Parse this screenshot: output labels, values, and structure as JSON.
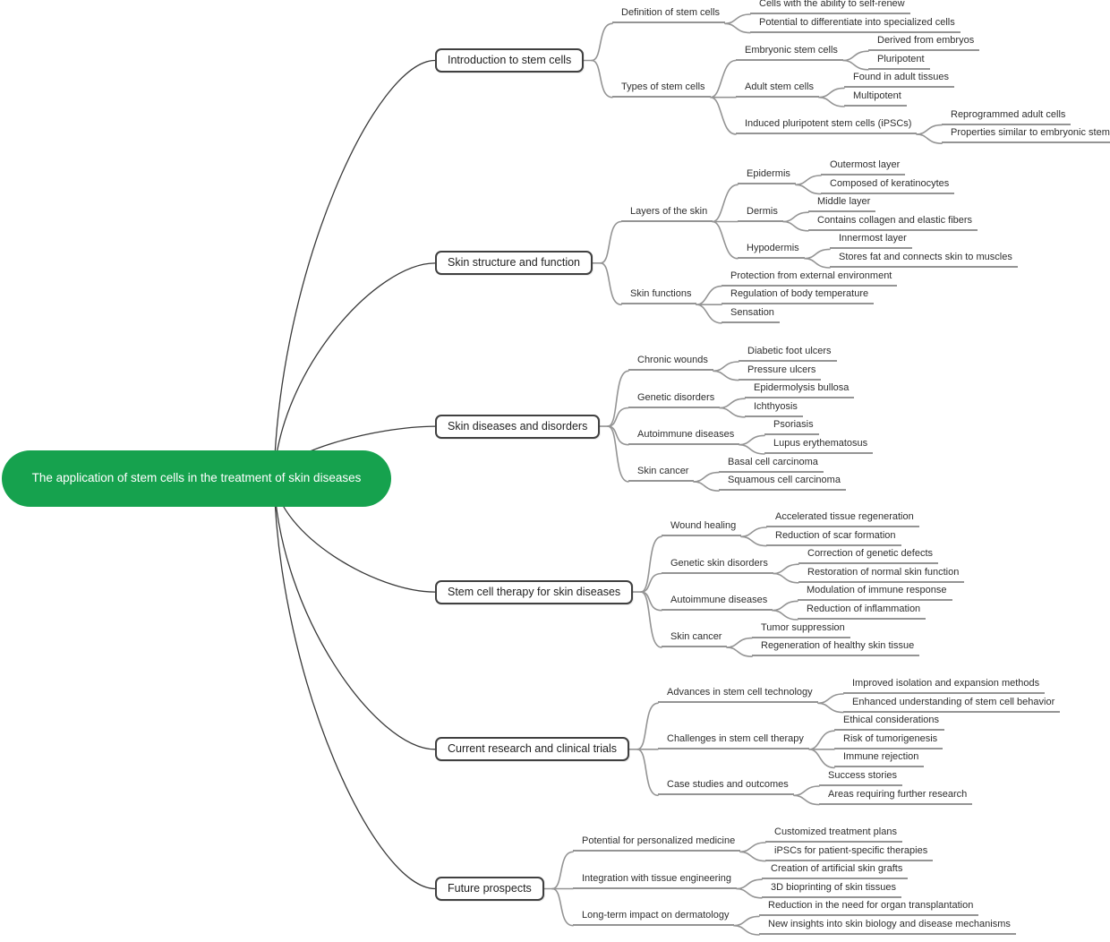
{
  "root": {
    "label": "The application of stem cells in the treatment of skin diseases"
  },
  "colors": {
    "root_fill": "#16a24e",
    "root_text": "#ffffff",
    "box_border": "#404040",
    "gray_line": "#949494",
    "dark_line": "#3a3a3a"
  },
  "branches": [
    {
      "label": "Introduction to stem cells",
      "children": [
        {
          "label": "Definition of stem cells",
          "children": [
            {
              "label": "Cells with the ability to self-renew"
            },
            {
              "label": "Potential to differentiate into specialized cells"
            }
          ]
        },
        {
          "label": "Types of stem cells",
          "children": [
            {
              "label": "Embryonic stem cells",
              "children": [
                {
                  "label": "Derived from embryos"
                },
                {
                  "label": "Pluripotent"
                }
              ]
            },
            {
              "label": "Adult stem cells",
              "children": [
                {
                  "label": "Found in adult tissues"
                },
                {
                  "label": "Multipotent"
                }
              ]
            },
            {
              "label": "Induced pluripotent stem cells (iPSCs)",
              "children": [
                {
                  "label": "Reprogrammed adult cells"
                },
                {
                  "label": "Properties similar to embryonic stem cells"
                }
              ]
            }
          ]
        }
      ]
    },
    {
      "label": "Skin structure and function",
      "children": [
        {
          "label": "Layers of the skin",
          "children": [
            {
              "label": "Epidermis",
              "children": [
                {
                  "label": "Outermost layer"
                },
                {
                  "label": "Composed of keratinocytes"
                }
              ]
            },
            {
              "label": "Dermis",
              "children": [
                {
                  "label": "Middle layer"
                },
                {
                  "label": "Contains collagen and elastic fibers"
                }
              ]
            },
            {
              "label": "Hypodermis",
              "children": [
                {
                  "label": "Innermost layer"
                },
                {
                  "label": "Stores fat and connects skin to muscles"
                }
              ]
            }
          ]
        },
        {
          "label": "Skin functions",
          "children": [
            {
              "label": "Protection from external environment"
            },
            {
              "label": "Regulation of body temperature"
            },
            {
              "label": "Sensation"
            }
          ]
        }
      ]
    },
    {
      "label": "Skin diseases and disorders",
      "children": [
        {
          "label": "Chronic wounds",
          "children": [
            {
              "label": "Diabetic foot ulcers"
            },
            {
              "label": "Pressure ulcers"
            }
          ]
        },
        {
          "label": "Genetic disorders",
          "children": [
            {
              "label": "Epidermolysis bullosa"
            },
            {
              "label": "Ichthyosis"
            }
          ]
        },
        {
          "label": "Autoimmune diseases",
          "children": [
            {
              "label": "Psoriasis"
            },
            {
              "label": "Lupus erythematosus"
            }
          ]
        },
        {
          "label": "Skin cancer",
          "children": [
            {
              "label": "Basal cell carcinoma"
            },
            {
              "label": "Squamous cell carcinoma"
            }
          ]
        }
      ]
    },
    {
      "label": "Stem cell therapy for skin diseases",
      "children": [
        {
          "label": "Wound healing",
          "children": [
            {
              "label": "Accelerated tissue regeneration"
            },
            {
              "label": "Reduction of scar formation"
            }
          ]
        },
        {
          "label": "Genetic skin disorders",
          "children": [
            {
              "label": "Correction of genetic defects"
            },
            {
              "label": "Restoration of normal skin function"
            }
          ]
        },
        {
          "label": "Autoimmune diseases",
          "children": [
            {
              "label": "Modulation of immune response"
            },
            {
              "label": "Reduction of inflammation"
            }
          ]
        },
        {
          "label": "Skin cancer",
          "children": [
            {
              "label": "Tumor suppression"
            },
            {
              "label": "Regeneration of healthy skin tissue"
            }
          ]
        }
      ]
    },
    {
      "label": "Current research and clinical trials",
      "children": [
        {
          "label": "Advances in stem cell technology",
          "children": [
            {
              "label": "Improved isolation and expansion methods"
            },
            {
              "label": "Enhanced understanding of stem cell behavior"
            }
          ]
        },
        {
          "label": "Challenges in stem cell therapy",
          "children": [
            {
              "label": "Ethical considerations"
            },
            {
              "label": "Risk of tumorigenesis"
            },
            {
              "label": "Immune rejection"
            }
          ]
        },
        {
          "label": "Case studies and outcomes",
          "children": [
            {
              "label": "Success stories"
            },
            {
              "label": "Areas requiring further research"
            }
          ]
        }
      ]
    },
    {
      "label": "Future prospects",
      "children": [
        {
          "label": "Potential for personalized medicine",
          "children": [
            {
              "label": "Customized treatment plans"
            },
            {
              "label": "iPSCs for patient-specific therapies"
            }
          ]
        },
        {
          "label": "Integration with tissue engineering",
          "children": [
            {
              "label": "Creation of artificial skin grafts"
            },
            {
              "label": "3D bioprinting of skin tissues"
            }
          ]
        },
        {
          "label": "Long-term impact on dermatology",
          "children": [
            {
              "label": "Reduction in the need for organ transplantation"
            },
            {
              "label": "New insights into skin biology and disease mechanisms"
            }
          ]
        }
      ]
    }
  ]
}
